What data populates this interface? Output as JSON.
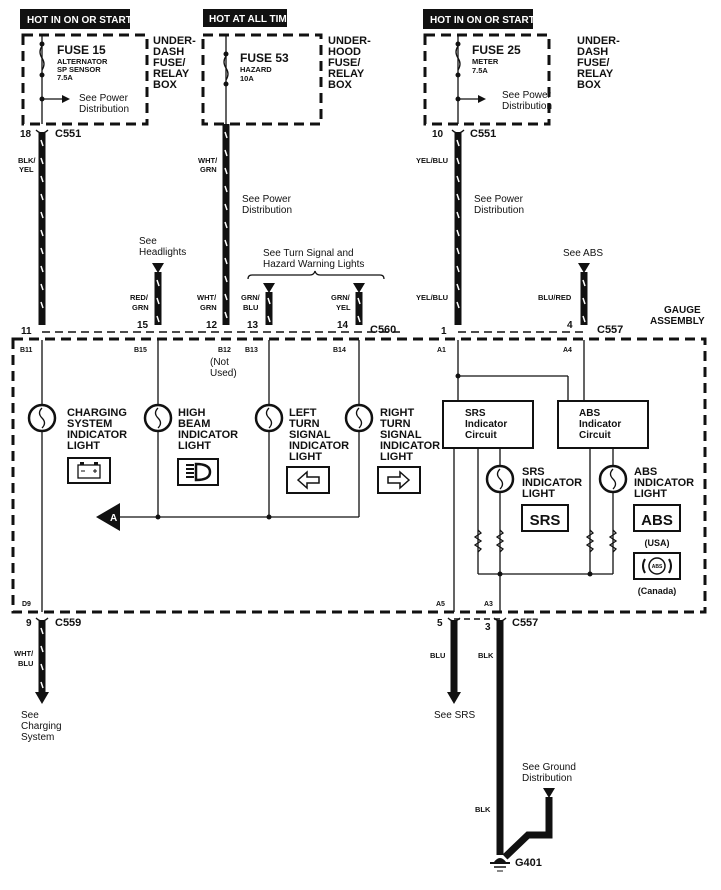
{
  "diagram": {
    "title": "Gauge Assembly Indicator Lights Wiring",
    "power_labels": [
      "HOT IN ON OR START",
      "HOT AT ALL TIMES",
      "HOT IN ON OR START"
    ],
    "fuses": [
      {
        "name": "FUSE 15",
        "desc1": "ALTERNATOR",
        "desc2": "SP SENSOR",
        "rating": "7.5A",
        "box": [
          "UNDER-",
          "DASH",
          "FUSE/",
          "RELAY",
          "BOX"
        ],
        "note": [
          "See Power",
          "Distribution"
        ]
      },
      {
        "name": "FUSE 53",
        "desc1": "HAZARD",
        "desc2": "",
        "rating": "10A",
        "box": [
          "UNDER-",
          "HOOD",
          "FUSE/",
          "RELAY",
          "BOX"
        ]
      },
      {
        "name": "FUSE 25",
        "desc1": "METER",
        "desc2": "",
        "rating": "7.5A",
        "box": [
          "UNDER-",
          "DASH",
          "FUSE/",
          "RELAY",
          "BOX"
        ],
        "note": [
          "See Power",
          "Distribution"
        ]
      }
    ],
    "connectors": {
      "c551_left": {
        "pin": "18",
        "name": "C551"
      },
      "c551_right": {
        "pin": "10",
        "name": "C551"
      },
      "c560": {
        "name": "C560",
        "pins": [
          "11",
          "15",
          "12",
          "13",
          "14"
        ]
      },
      "c557_top": {
        "name": "C557",
        "pins": [
          "1",
          "4"
        ]
      },
      "c559": {
        "pin": "9",
        "name": "C559"
      },
      "c557_bottom": {
        "name": "C557",
        "pins": [
          "5",
          "3"
        ]
      }
    },
    "wires": {
      "blk_yel": [
        "BLK/",
        "YEL"
      ],
      "wht_grn_top": [
        "WHT/",
        "GRN"
      ],
      "red_grn": [
        "RED/",
        "GRN"
      ],
      "wht_grn": [
        "WHT/",
        "GRN"
      ],
      "grn_blu": [
        "GRN/",
        "BLU"
      ],
      "grn_yel": [
        "GRN/",
        "YEL"
      ],
      "yel_blu_top": "YEL/BLU",
      "yel_blu": "YEL/BLU",
      "blu_red": "BLU/RED",
      "wht_blu": [
        "WHT/",
        "BLU"
      ],
      "blu": "BLU",
      "blk1": "BLK",
      "blk2": "BLK"
    },
    "notes": {
      "power_dist_mid": [
        "See Power",
        "Distribution"
      ],
      "power_dist_right": [
        "See Power",
        "Distribution"
      ],
      "headlights": [
        "See",
        "Headlights"
      ],
      "turn_signal": [
        "See Turn Signal and",
        "Hazard Warning Lights"
      ],
      "abs": "See  ABS",
      "charging": [
        "See",
        "Charging",
        "System"
      ],
      "srs": "See SRS",
      "ground": [
        "See Ground",
        "Distribution"
      ],
      "not_used": [
        "(Not",
        "Used)"
      ]
    },
    "gauge_assembly": [
      "GAUGE",
      "ASSEMBLY"
    ],
    "terminals": [
      "B11",
      "B15",
      "B12",
      "B13",
      "B14",
      "A1",
      "A4",
      "D9",
      "A5",
      "A3"
    ],
    "indicators": [
      {
        "label": [
          "CHARGING",
          "SYSTEM",
          "INDICATOR",
          "LIGHT"
        ],
        "symbol": "battery-icon"
      },
      {
        "label": [
          "HIGH",
          "BEAM",
          "INDICATOR",
          "LIGHT"
        ],
        "symbol": "high-beam-icon"
      },
      {
        "label": [
          "LEFT",
          "TURN",
          "SIGNAL",
          "INDICATOR",
          "LIGHT"
        ],
        "symbol": "left-arrow-icon"
      },
      {
        "label": [
          "RIGHT",
          "TURN",
          "SIGNAL",
          "INDICATOR",
          "LIGHT"
        ],
        "symbol": "right-arrow-icon"
      },
      {
        "label": [
          "SRS",
          "INDICATOR",
          "LIGHT"
        ],
        "symbol_text": "SRS"
      },
      {
        "label": [
          "ABS",
          "INDICATOR",
          "LIGHT"
        ],
        "symbol_text": "ABS",
        "usa": "(USA)",
        "canada": "(Canada)",
        "canada_text": "ABS"
      }
    ],
    "circuits": [
      {
        "label": [
          "SRS",
          "Indicator",
          "Circuit"
        ]
      },
      {
        "label": [
          "ABS",
          "Indicator",
          "Circuit"
        ]
      }
    ],
    "ref_marker": "A",
    "ground": "G401"
  }
}
